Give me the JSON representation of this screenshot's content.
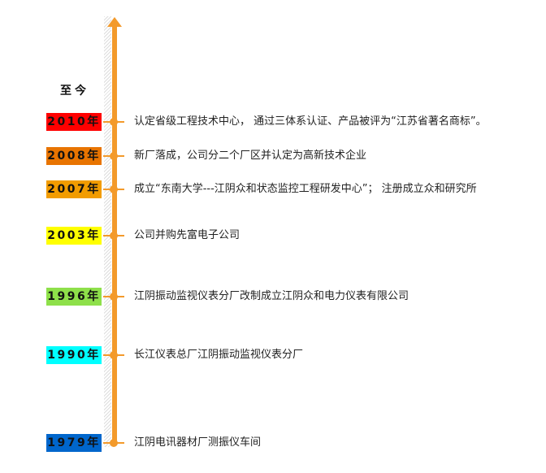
{
  "now_label": "至今",
  "events": [
    {
      "year": "2010年",
      "color": "#ff0000",
      "text": "认定省级工程技术中心， 通过三体系认证、产品被评为“江苏省著名商标”。"
    },
    {
      "year": "2008年",
      "color": "#e87400",
      "text": "新厂落成，公司分二个厂区并认定为高新技术企业"
    },
    {
      "year": "2007年",
      "color": "#f29c00",
      "text": "成立“东南大学---江阴众和状态监控工程研发中心”； 注册成立众和研究所"
    },
    {
      "year": "2003年",
      "color": "#ffff00",
      "text": "公司并购先富电子公司"
    },
    {
      "year": "1996年",
      "color": "#8ee04a",
      "text": "江阴振动监视仪表分厂改制成立江阴众和电力仪表有限公司"
    },
    {
      "year": "1990年",
      "color": "#00ffff",
      "text": "长江仪表总厂江阴振动监视仪表分厂"
    },
    {
      "year": "1979年",
      "color": "#0066cc",
      "text": "江阴电讯器材厂测振仪车间"
    }
  ]
}
